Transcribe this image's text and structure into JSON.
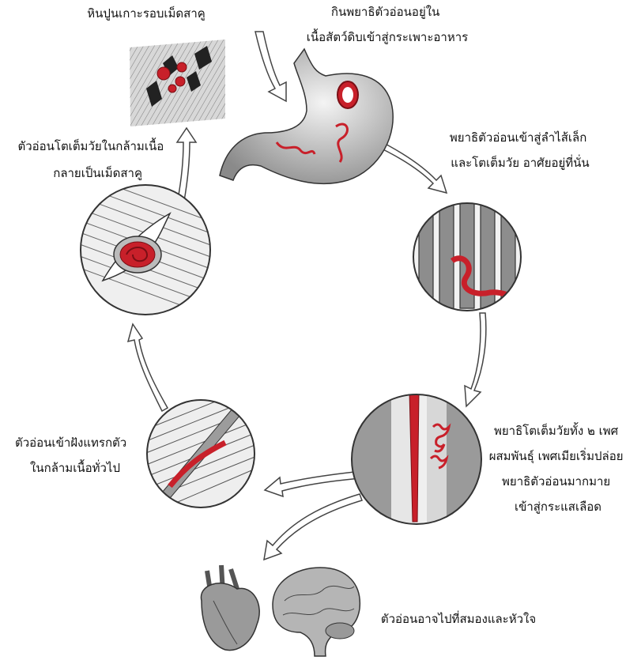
{
  "diagram": {
    "labels": {
      "cyst": "หินปูนเกาะรอบเม็ดสาคู",
      "ingest": "กินพยาธิตัวอ่อนอยู่ใน\nเนื้อสัตว์ดิบเข้าสู่กระเพาะอาหาร",
      "intestine": "พยาธิตัวอ่อนเข้าสู่ลำไส้เล็ก\nและโตเต็มวัย อาศัยอยู่ที่นั่น",
      "encyst": "ตัวอ่อนโตเต็มวัยในกล้ามเนื้อ\nกลายเป็นเม็ดสาคู",
      "adult": "พยาธิโตเต็มวัยทั้ง ๒ เพศ\nผสมพันธุ์ เพศเมียเริ่มปล่อย\nพยาธิตัวอ่อนมากมาย\nเข้าสู่กระแสเลือด",
      "muscle": "ตัวอ่อนเข้าฝังแทรกตัว\nในกล้ามเนื้อทั่วไป",
      "brain_heart": "ตัวอ่อนอาจไปที่สมองและหัวใจ"
    },
    "colors": {
      "worm": "#c8202a",
      "tissue": "#6e6e6e",
      "outline": "#333333",
      "arrow": "#ffffff"
    }
  }
}
